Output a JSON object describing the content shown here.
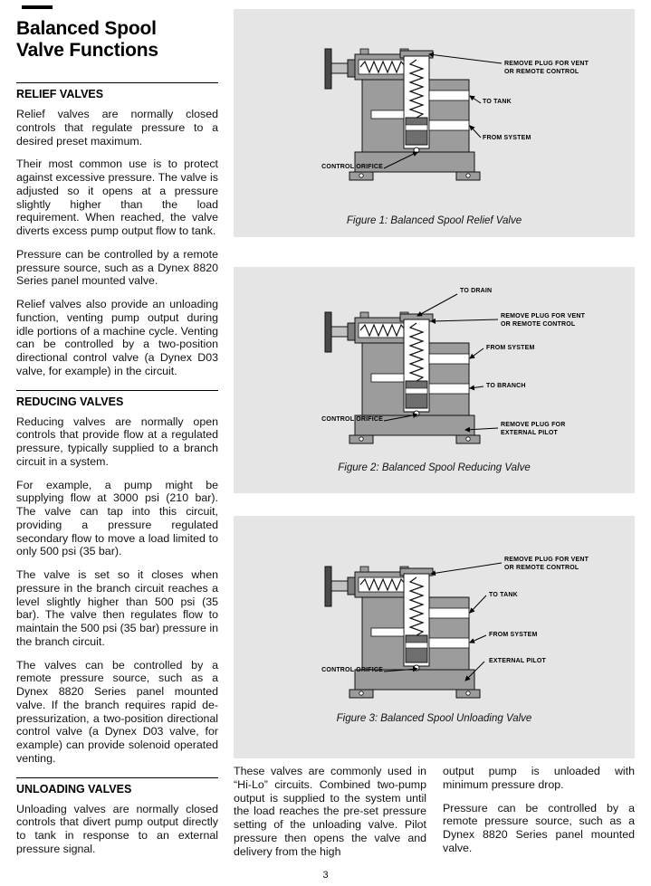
{
  "page": {
    "title_line1": "Balanced Spool",
    "title_line2": "Valve Functions",
    "page_number": "3"
  },
  "left_column": {
    "sections": [
      {
        "heading": "RELIEF VALVES",
        "paragraphs": [
          "Relief valves are normally closed controls that regulate pressure to a desired preset maximum.",
          "Their most common use is to protect against excessive pressure. The valve is adjusted so it opens at a pressure slightly higher than the load requirement. When reached, the valve diverts excess pump output flow to tank.",
          "Pressure can be controlled by a remote pressure source, such as a Dynex 8820 Series panel mounted valve.",
          "Relief valves also provide an unloading function, venting pump output during idle portions of a machine cycle. Venting can be controlled by a two-position directional control valve (a Dynex D03 valve, for example) in the circuit."
        ]
      },
      {
        "heading": "REDUCING VALVES",
        "paragraphs": [
          "Reducing valves are normally open controls that provide flow at a regulated pressure, typically supplied to a branch circuit in a system.",
          "For example, a pump might be supplying flow at 3000 psi (210 bar). The valve can tap into this circuit, providing a pressure regulated secondary flow to move a load limited to only 500 psi (35 bar).",
          "The valve is set so it closes when pressure in the branch circuit reaches a level slightly higher than 500 psi (35 bar). The valve then regulates flow to maintain the 500 psi (35 bar) pressure in the branch circuit.",
          "The valves can be controlled by a remote pressure source, such as a Dynex 8820 Series panel mounted valve. If the branch requires rapid de-pressurization, a two-position directional control valve (a Dynex D03 valve, for example) can provide solenoid operated venting."
        ]
      },
      {
        "heading": "UNLOADING VALVES",
        "paragraphs": [
          "Unloading valves are normally closed controls that divert pump output directly to tank in response to an external pressure signal."
        ]
      }
    ]
  },
  "figures": [
    {
      "caption": "Figure 1: Balanced Spool Relief Valve",
      "labels": {
        "plug_vent": "REMOVE PLUG FOR VENT OR REMOTE CONTROL",
        "to_tank": "TO TANK",
        "from_system": "FROM SYSTEM",
        "control_orifice": "CONTROL ORIFICE"
      }
    },
    {
      "caption": "Figure 2: Balanced Spool Reducing Valve",
      "labels": {
        "to_drain": "TO DRAIN",
        "plug_vent": "REMOVE PLUG FOR VENT OR REMOTE CONTROL",
        "from_system": "FROM SYSTEM",
        "to_branch": "TO BRANCH",
        "control_orifice": "CONTROL ORIFICE",
        "plug_pilot": "REMOVE PLUG FOR EXTERNAL PILOT"
      }
    },
    {
      "caption": "Figure 3: Balanced Spool Unloading Valve",
      "labels": {
        "plug_vent": "REMOVE PLUG FOR VENT OR REMOTE CONTROL",
        "to_tank": "TO TANK",
        "from_system": "FROM SYSTEM",
        "external_pilot": "EXTERNAL PILOT",
        "control_orifice": "CONTROL ORIFICE"
      }
    }
  ],
  "bottom": {
    "col1_paragraphs": [
      "These valves are commonly used in “Hi-Lo” circuits. Combined two-pump output is supplied to the system until the load reaches the pre-set pressure setting of the unloading valve. Pilot pressure then opens the valve and delivery from the high"
    ],
    "col2_paragraphs": [
      "output pump is unloaded with minimum pressure drop.",
      "Pressure can be controlled by a remote pressure source, such as a Dynex 8820 Series panel mounted valve."
    ]
  },
  "colors": {
    "panel_bg": "#e5e5e5",
    "valve_body_gray": "#9c9c9c",
    "spool_gray": "#6e6e6e"
  }
}
